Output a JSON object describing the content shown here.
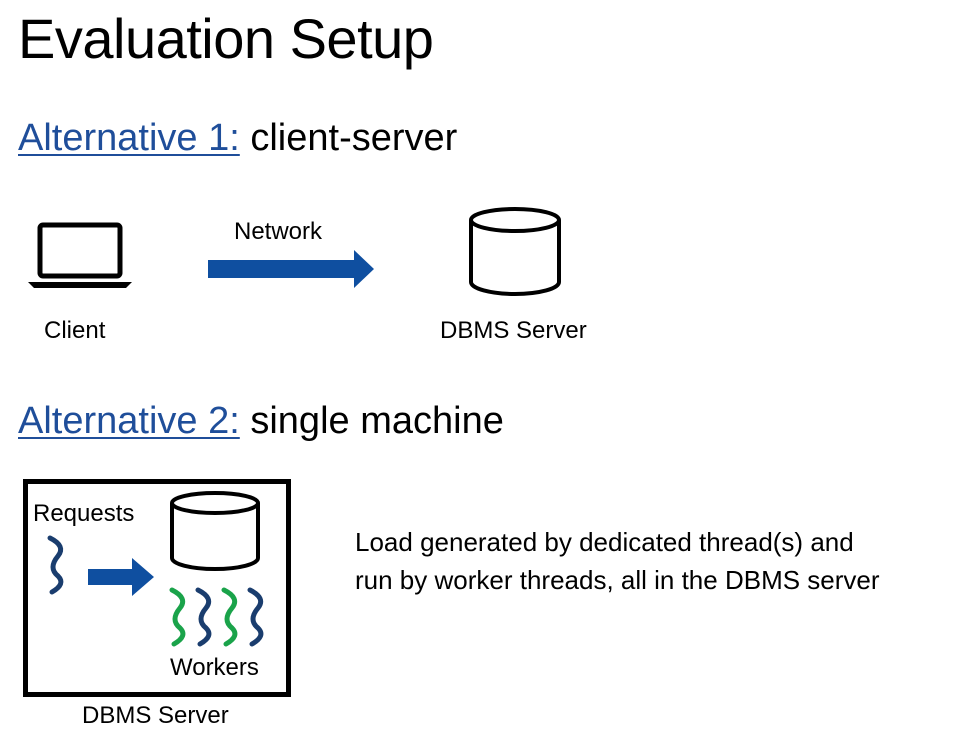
{
  "slide": {
    "title": "Evaluation Setup"
  },
  "alternative1": {
    "prefix": "Alternative 1:",
    "text": "client-server",
    "network_label": "Network",
    "client_label": "Client",
    "server_label": "DBMS Server"
  },
  "alternative2": {
    "prefix": "Alternative 2:",
    "text": "single machine",
    "requests_label": "Requests",
    "workers_label": "Workers",
    "server_label": "DBMS Server",
    "description_line1": "Load generated by dedicated thread(s) and",
    "description_line2": "run by worker threads, all in the DBMS server"
  },
  "colors": {
    "accent_blue": "#1f4e9a",
    "arrow_blue": "#0f4fa0",
    "thread_navy": "#1a3d6e",
    "thread_green": "#1aa34a"
  },
  "icons": {
    "client": "laptop-icon",
    "server": "database-cylinder-icon",
    "network": "arrow-right-icon",
    "thread": "squiggle-thread-icon"
  }
}
